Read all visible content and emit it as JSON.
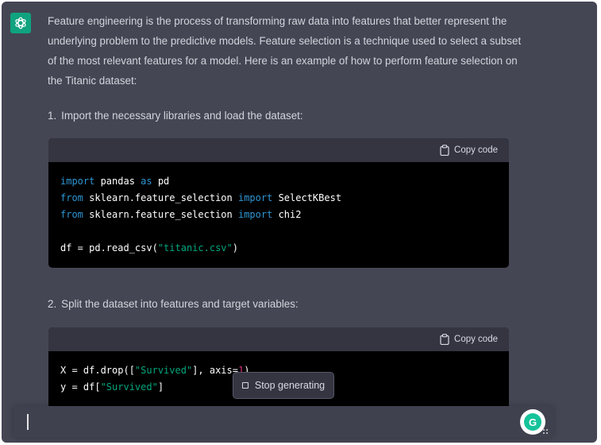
{
  "message": {
    "paragraph": "Feature engineering is the process of transforming raw data into features that better represent the underlying problem to the predictive models. Feature selection is a technique used to select a subset of the most relevant features for a model. Here is an example of how to perform feature selection on the Titanic dataset:",
    "steps": [
      {
        "number": "1.",
        "text": "Import the necessary libraries and load the dataset:"
      },
      {
        "number": "2.",
        "text": "Split the dataset into features and target variables:"
      }
    ]
  },
  "code_blocks": [
    {
      "copy_label": "Copy code",
      "lines": {
        "l1": {
          "kw1": "import",
          "t1": " pandas ",
          "kw2": "as",
          "t2": " pd"
        },
        "l2": {
          "kw1": "from",
          "t1": " sklearn.feature_selection ",
          "kw2": "import",
          "t2": " SelectKBest"
        },
        "l3": {
          "kw1": "from",
          "t1": " sklearn.feature_selection ",
          "kw2": "import",
          "t2": " chi2"
        },
        "l4": {
          "t1": "df = pd.read_csv(",
          "s1": "\"titanic.csv\"",
          "t2": ")"
        }
      }
    },
    {
      "copy_label": "Copy code",
      "lines": {
        "l1": {
          "t1": "X = df.drop([",
          "s1": "\"Survived\"",
          "t2": "], axis=",
          "n1": "1",
          "t3": ")"
        },
        "l2": {
          "t1": "y = df[",
          "s1": "\"Survived\"",
          "t2": "]"
        }
      }
    }
  ],
  "stop_button": {
    "label": "Stop generating",
    "icon": "stop-icon"
  },
  "input": {
    "value": ""
  },
  "icons": {
    "avatar": "openai-logo-icon",
    "copy": "clipboard-icon",
    "extension": "grammarly-icon"
  },
  "colors": {
    "background": "#444654",
    "code_bg": "#000000",
    "accent": "#10a37f",
    "keyword": "#2e95d3",
    "string": "#00a67d",
    "number": "#df3079"
  }
}
